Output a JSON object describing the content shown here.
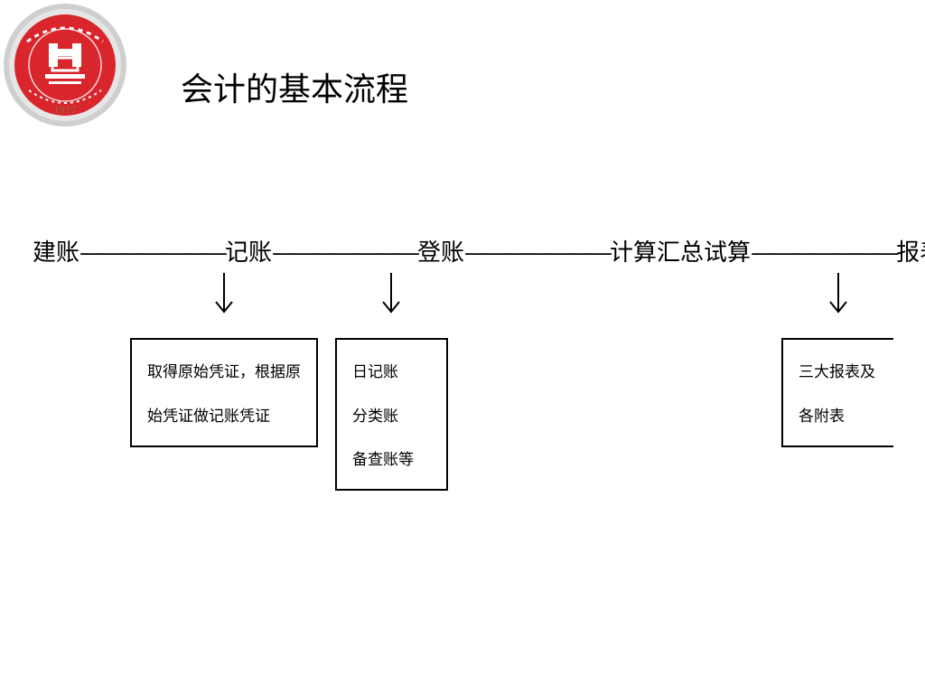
{
  "logo": {
    "name_text": "SHANGHAI UNIVERSITY OF FINANCE & ECONOMICS",
    "chinese_text": "上海财经大学",
    "year": "1917",
    "colors": {
      "ring": "#c9c9c9",
      "red": "#d8262c"
    }
  },
  "title": "会计的基本流程",
  "flow": {
    "steps": [
      "建账",
      "记账",
      "登账",
      "计算汇总试算",
      "报表"
    ],
    "connector": "———————"
  },
  "boxes": [
    {
      "lines": [
        "取得原始凭证，根据原",
        "始凭证做记账凭证"
      ]
    },
    {
      "lines": [
        "日记账",
        "分类账",
        "备查账等"
      ]
    },
    {
      "lines": [
        "三大报表及",
        "各附表"
      ]
    }
  ]
}
